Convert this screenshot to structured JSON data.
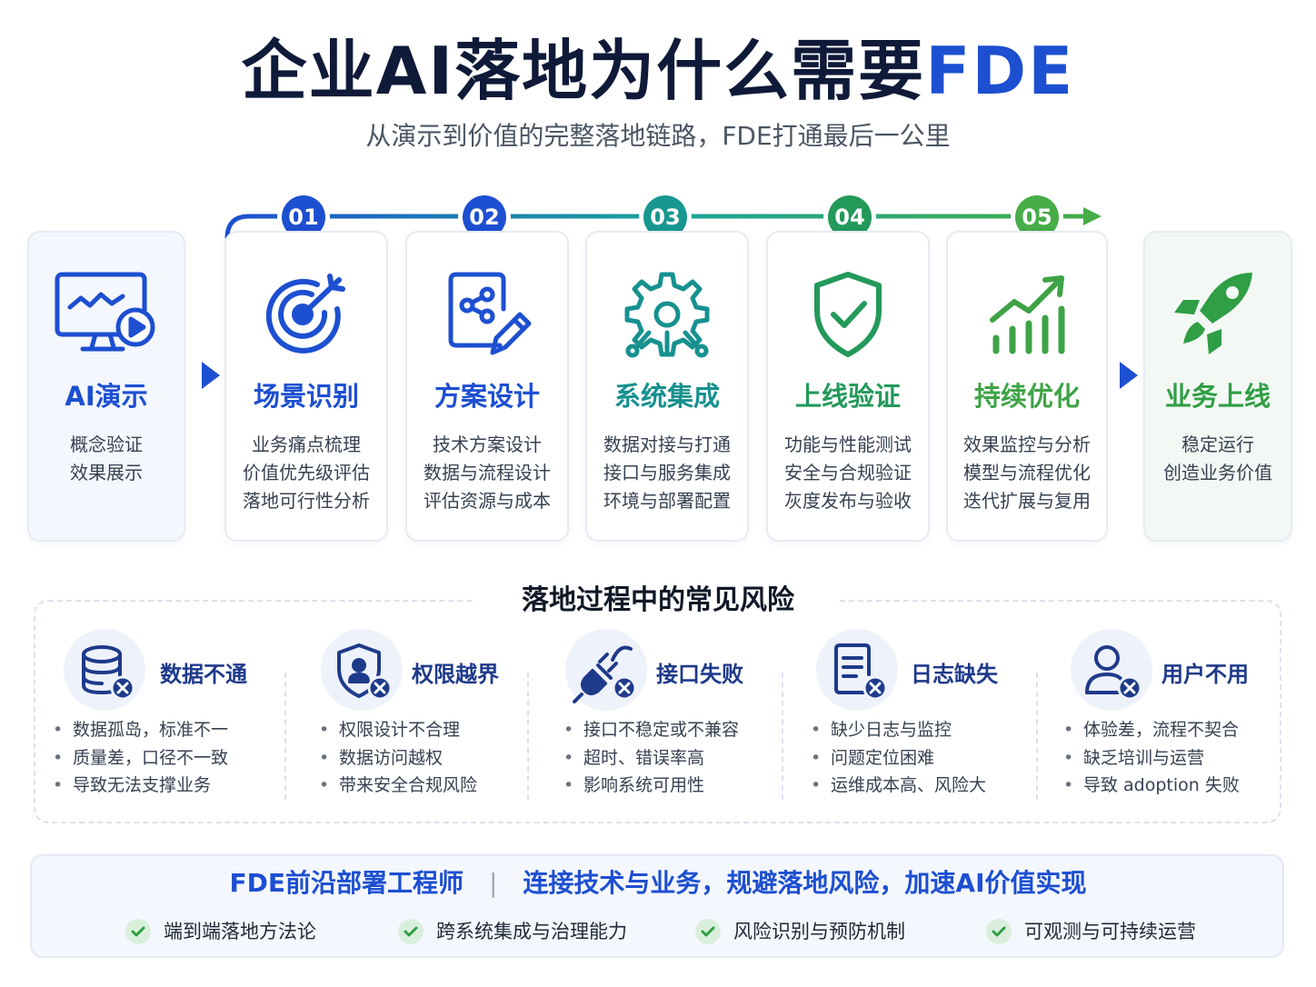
{
  "header": {
    "title_main": "企业AI落地为什么需要",
    "title_accent": "FDE",
    "subtitle": "从演示到价值的完整落地链路，FDE打通最后一公里"
  },
  "flow": {
    "start": {
      "title": "AI演示",
      "lines": [
        "概念验证",
        "效果展示"
      ],
      "icon": "monitor-play-icon",
      "color": "#1d4fd1"
    },
    "steps": [
      {
        "number": "01",
        "title": "场景识别",
        "lines": [
          "业务痛点梳理",
          "价值优先级评估",
          "落地可行性分析"
        ],
        "icon": "target-icon",
        "color": "#1d4fd1"
      },
      {
        "number": "02",
        "title": "方案设计",
        "lines": [
          "技术方案设计",
          "数据与流程设计",
          "评估资源与成本"
        ],
        "icon": "document-share-pen-icon",
        "color": "#1d4fd1"
      },
      {
        "number": "03",
        "title": "系统集成",
        "lines": [
          "数据对接与打通",
          "接口与服务集成",
          "环境与部署配置"
        ],
        "icon": "gear-network-icon",
        "color": "#16918f"
      },
      {
        "number": "04",
        "title": "上线验证",
        "lines": [
          "功能与性能测试",
          "安全与合规验证",
          "灰度发布与验收"
        ],
        "icon": "shield-check-icon",
        "color": "#23995a"
      },
      {
        "number": "05",
        "title": "持续优化",
        "lines": [
          "效果监控与分析",
          "模型与流程优化",
          "迭代扩展与复用"
        ],
        "icon": "bar-chart-trend-icon",
        "color": "#3ea346"
      }
    ],
    "end": {
      "title": "业务上线",
      "lines": [
        "稳定运行",
        "创造业务价值"
      ],
      "icon": "rocket-icon",
      "color": "#2f9e44"
    }
  },
  "risks": {
    "heading": "落地过程中的常见风险",
    "items": [
      {
        "title": "数据不通",
        "icon": "database-x-icon",
        "points": [
          "数据孤岛，标准不一",
          "质量差，口径不一致",
          "导致无法支撑业务"
        ]
      },
      {
        "title": "权限越界",
        "icon": "shield-user-x-icon",
        "points": [
          "权限设计不合理",
          "数据访问越权",
          "带来安全合规风险"
        ]
      },
      {
        "title": "接口失败",
        "icon": "plug-x-icon",
        "points": [
          "接口不稳定或不兼容",
          "超时、错误率高",
          "影响系统可用性"
        ]
      },
      {
        "title": "日志缺失",
        "icon": "document-x-icon",
        "points": [
          "缺少日志与监控",
          "问题定位困难",
          "运维成本高、风险大"
        ]
      },
      {
        "title": "用户不用",
        "icon": "user-x-icon",
        "points": [
          "体验差，流程不契合",
          "缺乏培训与运营",
          "导致 adoption 失败"
        ]
      }
    ]
  },
  "summary": {
    "role": "FDE前沿部署工程师",
    "separator": "|",
    "tagline": "连接技术与业务，规避落地风险，加速AI价值实现",
    "features": [
      "端到端落地方法论",
      "跨系统集成与治理能力",
      "风险识别与预防机制",
      "可观测与可持续运营"
    ]
  }
}
